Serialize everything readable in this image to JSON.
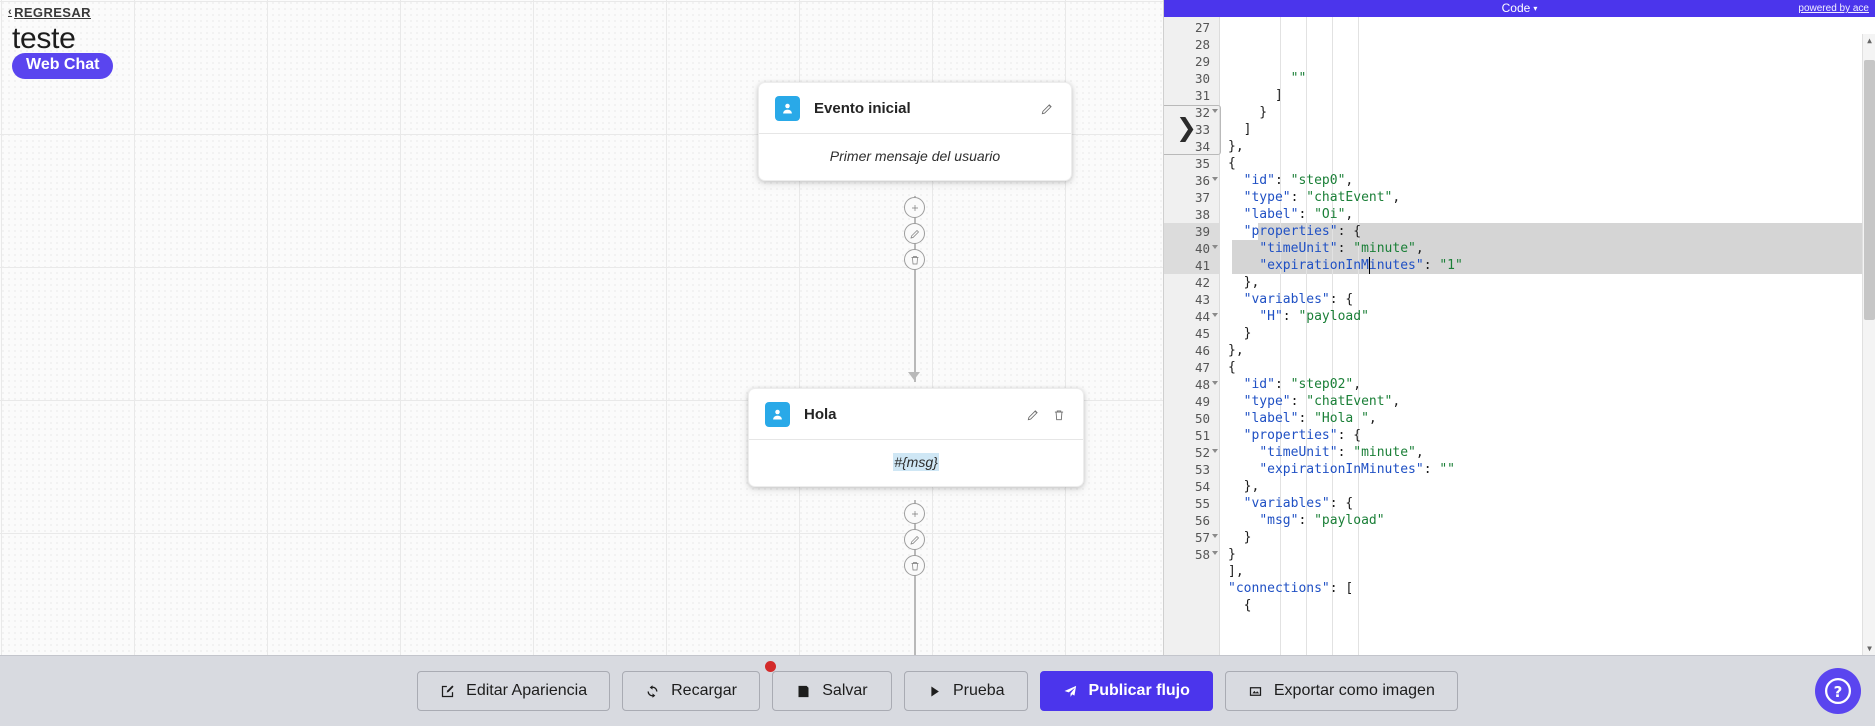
{
  "header": {
    "back_label": "REGRESAR",
    "back_chevron": "‹",
    "project_title": "teste",
    "channel_badge": "Web Chat"
  },
  "canvas": {
    "nodes": [
      {
        "title": "Evento inicial",
        "body": "Primer mensaje del usuario",
        "avatar_icon": "user-icon",
        "edit_icon": "pencil-icon",
        "has_delete": false
      },
      {
        "title": "Hola",
        "body": "#{msg}",
        "avatar_icon": "user-icon",
        "edit_icon": "pencil-icon",
        "delete_icon": "trash-icon",
        "has_delete": true
      }
    ],
    "connector_actions": [
      "add-icon",
      "pencil-icon",
      "trash-icon"
    ],
    "accent_blue": "#29a9e8",
    "chip_highlight": "#cfe7f5"
  },
  "editor": {
    "title": "Code",
    "title_caret": "▾",
    "credit": "powered by ace",
    "bar_color": "#4b35ec",
    "first_line": 27,
    "lines": [
      {
        "n": 27,
        "fold": false,
        "text": "        \"\""
      },
      {
        "n": 28,
        "fold": false,
        "text": "      ]"
      },
      {
        "n": 29,
        "fold": false,
        "text": "    }"
      },
      {
        "n": 30,
        "fold": false,
        "text": "  ]"
      },
      {
        "n": 31,
        "fold": false,
        "text": "},"
      },
      {
        "n": 32,
        "fold": true,
        "text": "{"
      },
      {
        "n": 33,
        "fold": false,
        "text": "  \"id\": \"step0\","
      },
      {
        "n": 34,
        "fold": false,
        "text": "  \"type\": \"chatEvent\","
      },
      {
        "n": 35,
        "fold": false,
        "text": "  \"label\": \"Oi\","
      },
      {
        "n": 36,
        "fold": true,
        "text": "  \"properties\": {"
      },
      {
        "n": 37,
        "fold": false,
        "text": "    \"timeUnit\": \"minute\","
      },
      {
        "n": 38,
        "fold": false,
        "text": "    \"expirationInMinutes\": \"1\""
      },
      {
        "n": 39,
        "fold": false,
        "text": "  },"
      },
      {
        "n": 40,
        "fold": true,
        "text": "  \"variables\": {"
      },
      {
        "n": 41,
        "fold": false,
        "text": "    \"H\": \"payload\""
      },
      {
        "n": 42,
        "fold": false,
        "text": "  }"
      },
      {
        "n": 43,
        "fold": false,
        "text": "},"
      },
      {
        "n": 44,
        "fold": true,
        "text": "{"
      },
      {
        "n": 45,
        "fold": false,
        "text": "  \"id\": \"step02\","
      },
      {
        "n": 46,
        "fold": false,
        "text": "  \"type\": \"chatEvent\","
      },
      {
        "n": 47,
        "fold": false,
        "text": "  \"label\": \"Hola \","
      },
      {
        "n": 48,
        "fold": true,
        "text": "  \"properties\": {"
      },
      {
        "n": 49,
        "fold": false,
        "text": "    \"timeUnit\": \"minute\","
      },
      {
        "n": 50,
        "fold": false,
        "text": "    \"expirationInMinutes\": \"\""
      },
      {
        "n": 51,
        "fold": false,
        "text": "  },"
      },
      {
        "n": 52,
        "fold": true,
        "text": "  \"variables\": {"
      },
      {
        "n": 53,
        "fold": false,
        "text": "    \"msg\": \"payload\""
      },
      {
        "n": 54,
        "fold": false,
        "text": "  }"
      },
      {
        "n": 55,
        "fold": false,
        "text": "}"
      },
      {
        "n": 56,
        "fold": false,
        "text": "],"
      },
      {
        "n": 57,
        "fold": true,
        "text": "\"connections\": ["
      },
      {
        "n": 58,
        "fold": true,
        "text": "  {"
      }
    ],
    "selected_lines": [
      39,
      40,
      41
    ],
    "cursor_line": 41
  },
  "toolbar": {
    "buttons": [
      {
        "label": "Editar Apariencia",
        "icon": "edit-square-icon",
        "primary": false,
        "dot": false
      },
      {
        "label": "Recargar",
        "icon": "refresh-icon",
        "primary": false,
        "dot": false
      },
      {
        "label": "Salvar",
        "icon": "save-disk-icon",
        "primary": false,
        "dot": true
      },
      {
        "label": "Prueba",
        "icon": "play-icon",
        "primary": false,
        "dot": false
      },
      {
        "label": "Publicar flujo",
        "icon": "send-icon",
        "primary": true,
        "dot": false
      },
      {
        "label": "Exportar como imagen",
        "icon": "image-icon",
        "primary": false,
        "dot": false
      }
    ],
    "primary_color": "#4b35ec",
    "dot_color": "#d32a2a"
  },
  "help": {
    "icon": "question-circle-icon",
    "color": "#5a45ef"
  }
}
